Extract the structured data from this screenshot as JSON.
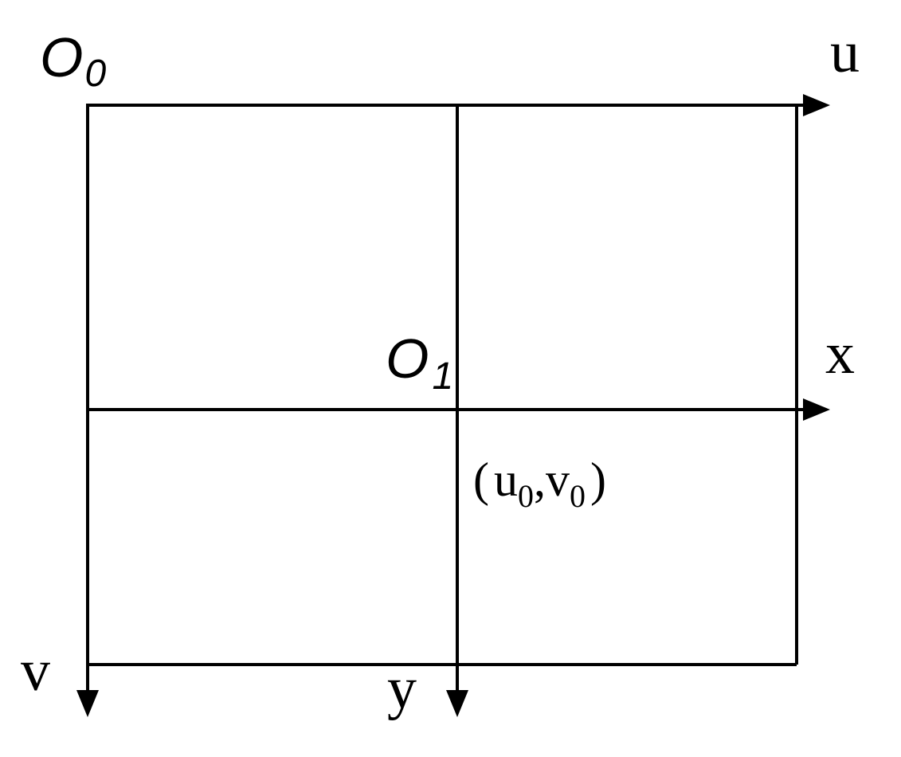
{
  "diagram": {
    "origin_pixel": {
      "main": "O",
      "sub": "0"
    },
    "origin_image": {
      "main": "O",
      "sub": "1"
    },
    "axis_u": "u",
    "axis_v": "v",
    "axis_x": "x",
    "axis_y": "y",
    "principal_point": {
      "open": "(",
      "u": "u",
      "u_sub": "0",
      "comma": ",",
      "v": "v",
      "v_sub": "0",
      "close": ")"
    }
  }
}
